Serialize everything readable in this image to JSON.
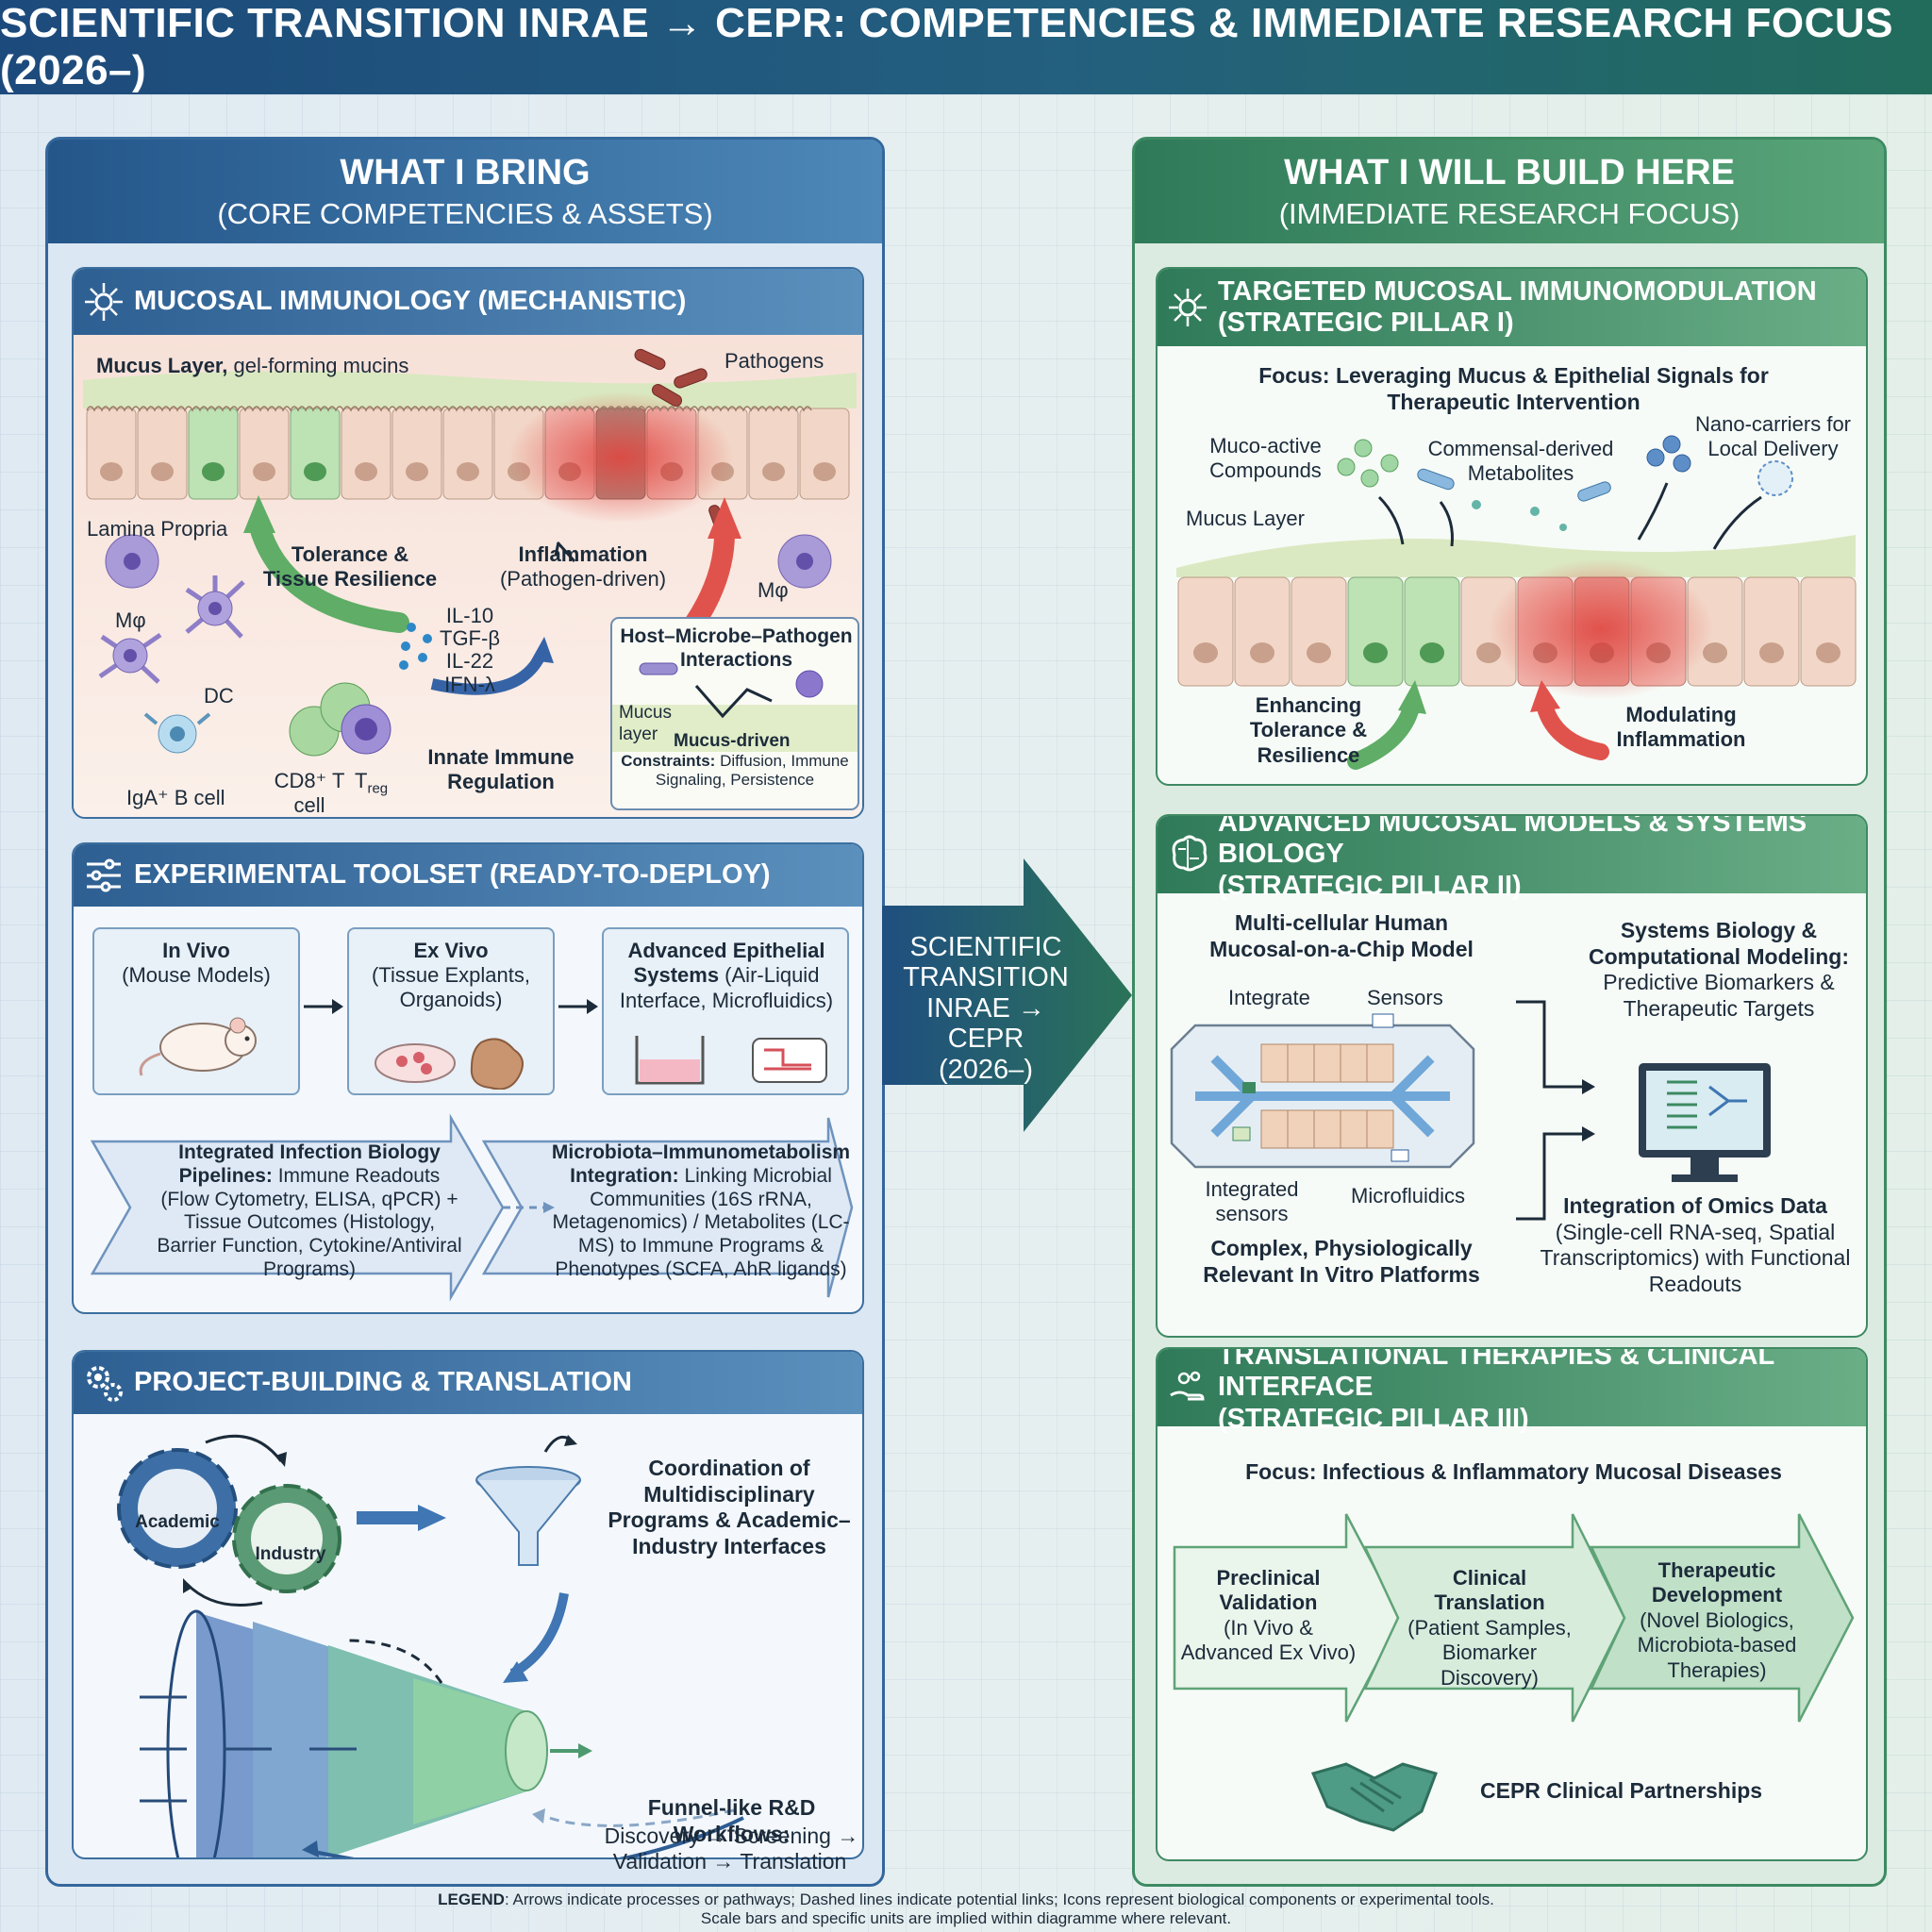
{
  "title": "SCIENTIFIC TRANSITION INRAE → CEPR: COMPETENCIES & IMMEDIATE RESEARCH FOCUS (2026–)",
  "left": {
    "heading": "WHAT I BRING",
    "subheading": "(CORE COMPETENCIES & ASSETS)",
    "mucosal": {
      "title": "MUCOSAL IMMUNOLOGY (MECHANISTIC)",
      "mucus_layer_bold": "Mucus Layer,",
      "mucus_layer_rest": " gel-forming mucins",
      "pathogens": "Pathogens",
      "lamina_propria": "Lamina Propria",
      "tolerance": "Tolerance & Tissue Resilience",
      "inflammation": "Inflammation",
      "inflammation_sub": "(Pathogen-driven)",
      "mphi_left": "Mφ",
      "mphi_right": "Mφ",
      "dc": "DC",
      "cytokines": [
        "IL-10",
        "TGF-β",
        "IL-22",
        "IFN-λ"
      ],
      "innate": "Innate Immune Regulation",
      "iga": "IgA⁺ B cell",
      "cd8": "CD8⁺ T cell",
      "treg": "T",
      "treg_sub": "reg",
      "hmp_title": "Host–Microbe–Pathogen Interactions",
      "mucus_layer_small": "Mucus layer",
      "mucus_driven": "Mucus-driven",
      "constraints_bold": "Constraints:",
      "constraints_rest": " Diffusion, Immune Signaling, Persistence"
    },
    "toolset": {
      "title": "EXPERIMENTAL TOOLSET (READY-TO-DEPLOY)",
      "invivo_bold": "In Vivo",
      "invivo_rest": "(Mouse Models)",
      "exvivo_bold": "Ex Vivo",
      "exvivo_rest": "(Tissue Explants, Organoids)",
      "adv_bold": "Advanced Epithelial Systems",
      "adv_rest": " (Air-Liquid Interface, Microfluidics)",
      "pipe1_bold": "Integrated Infection Biology Pipelines:",
      "pipe1_rest": " Immune Readouts (Flow Cytometry, ELISA, qPCR) + Tissue Outcomes (Histology, Barrier Function, Cytokine/Antiviral Programs)",
      "pipe2_bold": "Microbiota–Immunometabolism Integration:",
      "pipe2_rest": " Linking Microbial Communities (16S rRNA, Metagenomics) / Metabolites (LC-MS) to Immune Programs & Phenotypes (SCFA, AhR ligands)"
    },
    "project": {
      "title": "PROJECT-BUILDING & TRANSLATION",
      "academic": "Academic",
      "industry": "Industry",
      "coordination": "Coordination of Multidisciplinary Programs & Academic–Industry Interfaces",
      "funnel_bold": "Funnel-like R&D Workflows:",
      "funnel_line1": "Discovery → Screening →",
      "funnel_line2": "Validation → Translation"
    }
  },
  "transition": {
    "lines": [
      "SCIENTIFIC",
      "TRANSITION",
      "INRAE → CEPR",
      "(2026–)"
    ]
  },
  "right": {
    "heading": "WHAT I WILL BUILD HERE",
    "subheading": "(IMMEDIATE RESEARCH FOCUS)",
    "pillar1": {
      "title": "TARGETED MUCOSAL IMMUNOMODULATION",
      "subtitle": "(STRATEGIC PILLAR I)",
      "focus": "Focus: Leveraging Mucus & Epithelial Signals for Therapeutic Intervention",
      "muco": "Muco-active Compounds",
      "commensal": "Commensal-derived Metabolites",
      "nano": "Nano-carriers for Local Delivery",
      "mucus": "Mucus Layer",
      "enhancing": "Enhancing Tolerance & Resilience",
      "modulating": "Modulating Inflammation"
    },
    "pillar2": {
      "title": "ADVANCED MUCOSAL MODELS & SYSTEMS BIOLOGY",
      "subtitle": "(STRATEGIC PILLAR II)",
      "chip_title": "Multi-cellular Human Mucosal-on-a-Chip Model",
      "integrate": "Integrate",
      "sensors": "Sensors",
      "integrated_sensors": "Integrated sensors",
      "microfluidics": "Microfluidics",
      "complex": "Complex, Physiologically Relevant In Vitro Platforms",
      "systems_bold": "Systems Biology & Computational Modeling:",
      "systems_rest": "Predictive Biomarkers & Therapeutic Targets",
      "omics_bold": "Integration of Omics Data",
      "omics_rest": "(Single-cell RNA-seq, Spatial Transcriptomics) with Functional Readouts"
    },
    "pillar3": {
      "title": "TRANSLATIONAL THERAPIES & CLINICAL INTERFACE",
      "subtitle": "(STRATEGIC PILLAR III)",
      "focus": "Focus: Infectious & Inflammatory Mucosal Diseases",
      "step1_bold": "Preclinical Validation",
      "step1_rest": "(In Vivo & Advanced Ex Vivo)",
      "step2_bold": "Clinical Translation",
      "step2_rest": "(Patient Samples, Biomarker Discovery)",
      "step3_bold": "Therapeutic Development",
      "step3_rest": "(Novel Biologics, Microbiota-based Therapies)",
      "partnership": "CEPR Clinical Partnerships"
    }
  },
  "legend": {
    "bold": "LEGEND",
    "line1": ": Arrows indicate processes or pathways; Dashed lines indicate potential links; Icons represent biological components or experimental tools.",
    "line2": "Scale bars and specific units are implied within diagramme where relevant."
  },
  "colors": {
    "blue_dark": "#24568a",
    "green_dark": "#2f7a59",
    "inflamed": "#e0453f",
    "healthy_cell": "#bde2b4"
  }
}
